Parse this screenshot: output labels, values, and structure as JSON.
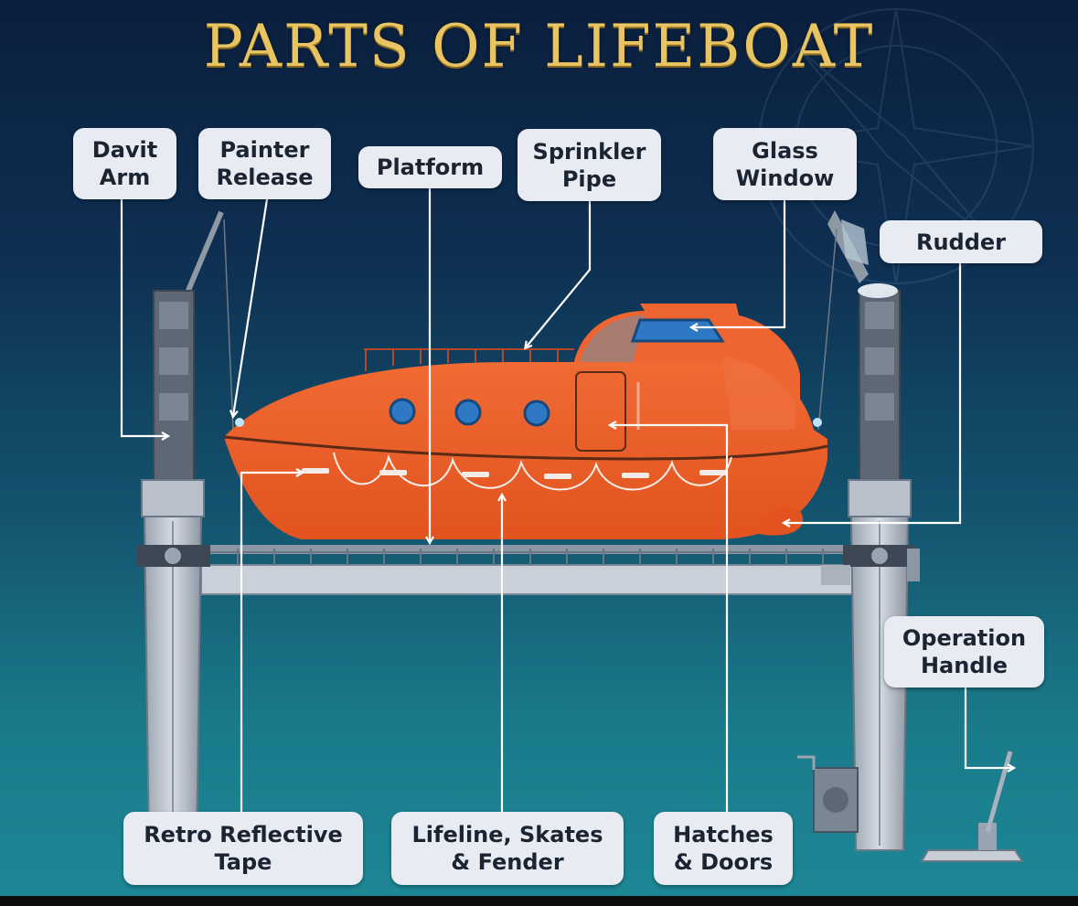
{
  "title": "PARTS OF LIFEBOAT",
  "labels": {
    "davit_arm": "Davit\nArm",
    "painter_release": "Painter\nRelease",
    "platform": "Platform",
    "sprinkler_pipe": "Sprinkler\nPipe",
    "glass_window": "Glass\nWindow",
    "rudder": "Rudder",
    "operation_handle": "Operation\nHandle",
    "retro_reflective_tape": "Retro Reflective\nTape",
    "lifeline_skates_fender": "Lifeline, Skates\n& Fender",
    "hatches_doors": "Hatches\n& Doors"
  },
  "colors": {
    "title_gold": "#e9c463",
    "hull_orange": "#ec5d2b",
    "label_bg": "#e8ecf2",
    "davit_grey": "#c8cfd8"
  }
}
